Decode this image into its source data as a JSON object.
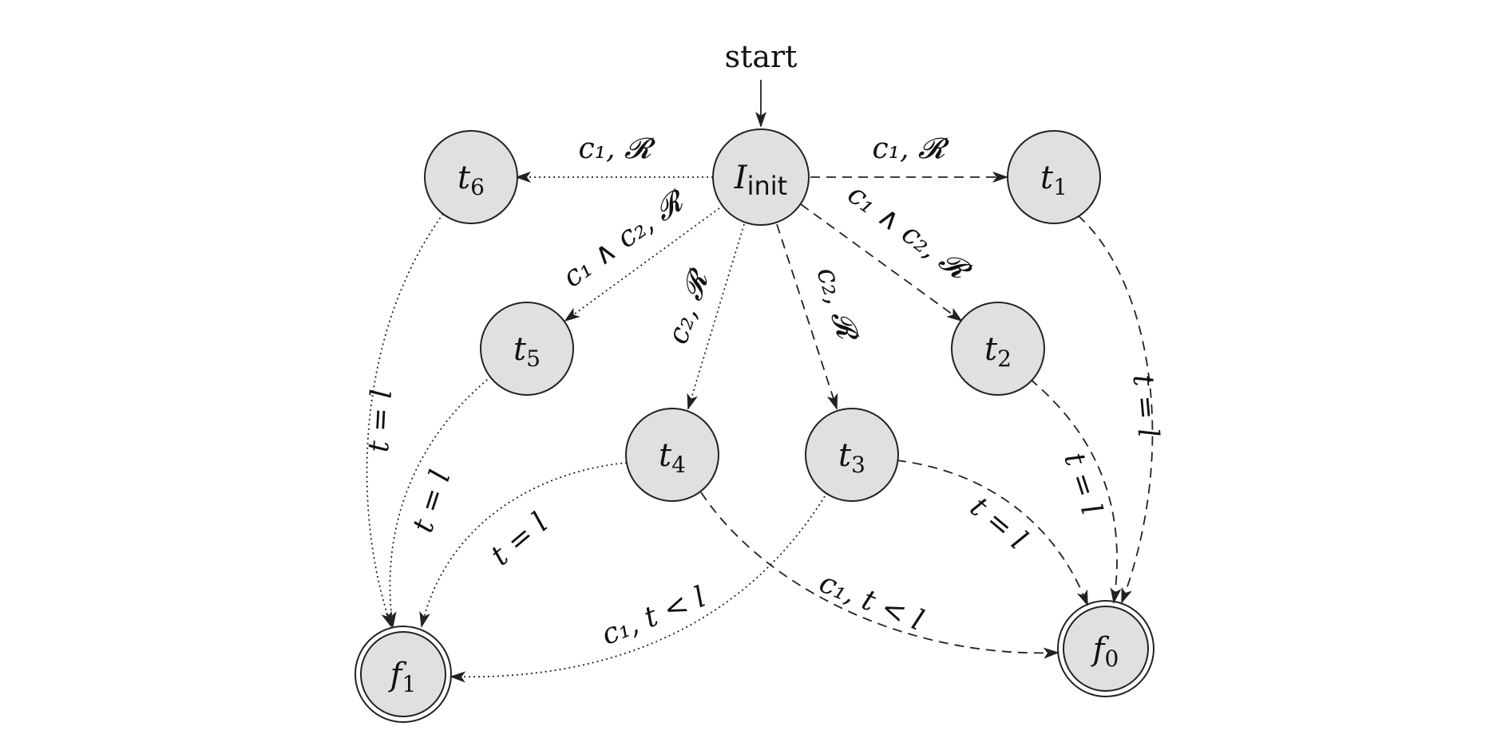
{
  "start_label": "start",
  "nodes": {
    "init": {
      "main": "I",
      "sub": "init"
    },
    "t1": {
      "main": "t",
      "sub": "1"
    },
    "t2": {
      "main": "t",
      "sub": "2"
    },
    "t3": {
      "main": "t",
      "sub": "3"
    },
    "t4": {
      "main": "t",
      "sub": "4"
    },
    "t5": {
      "main": "t",
      "sub": "5"
    },
    "t6": {
      "main": "t",
      "sub": "6"
    },
    "f0": {
      "main": "f",
      "sub": "0"
    },
    "f1": {
      "main": "f",
      "sub": "1"
    }
  },
  "edges": {
    "init_t1": "c₁, 𝓡",
    "init_t6": "c₁, 𝓡",
    "init_t2": "c₁ ∧ c₂, 𝓡",
    "init_t5": "c₁ ∧ c₂, 𝓡",
    "init_t3": "c₂, 𝓡",
    "init_t4": "c₂, 𝓡",
    "t1_f0": "t = l",
    "t2_f0": "t = l",
    "t3_f0": "t = l",
    "t4_f0": "c₁, t < l",
    "t6_f1": "t = l",
    "t5_f1": "t = l",
    "t4_f1": "t = l",
    "t3_f1": "c₁, t < l"
  }
}
